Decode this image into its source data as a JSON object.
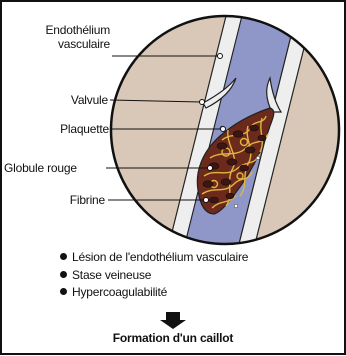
{
  "labels": {
    "endothelium_line1": "Endothélium",
    "endothelium_line2": "vasculaire",
    "valve": "Valvule",
    "platelet": "Plaquette",
    "red_cell": "Globule rouge",
    "fibrin": "Fibrine"
  },
  "factors": [
    "Lésion de l'endothélium vasculaire",
    "Stase veineuse",
    "Hypercoagulabilité"
  ],
  "result": "Formation d'un caillot",
  "colors": {
    "frame": "#111111",
    "tissue": "#d9c8b8",
    "vessel_wall": "#eeeeee",
    "blood": "#8f97c9",
    "clot": "#6b2a1c",
    "fibrin": "#e0b640",
    "red_cell": "#3a1712"
  }
}
